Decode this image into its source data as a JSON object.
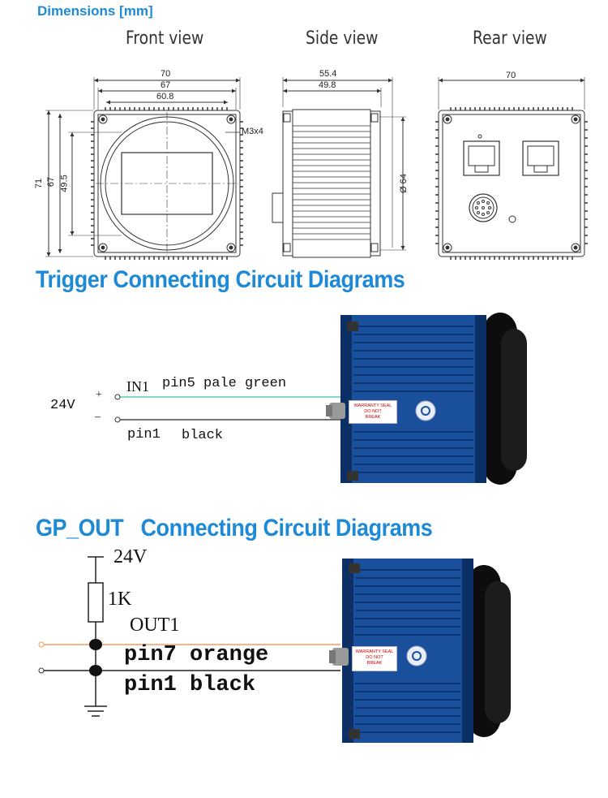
{
  "dimensions": {
    "heading": "Dimensions [mm]",
    "front_view": {
      "title": "Front view",
      "width_70": "70",
      "width_67": "67",
      "width_60_8": "60.8",
      "height_71": "71",
      "height_67": "67",
      "height_49_5": "49.5",
      "screw_label": "M3x4"
    },
    "side_view": {
      "title": "Side view",
      "length_55_4": "55.4",
      "length_49_8": "49.8",
      "diameter": "Ø 64"
    },
    "rear_view": {
      "title": "Rear view",
      "width_70": "70"
    }
  },
  "trigger": {
    "heading": "Trigger  Connecting Circuit Diagrams",
    "voltage": "24V",
    "plus": "+",
    "minus": "–",
    "in_label": "IN1",
    "pin5_label": "pin5 pale green",
    "pin1_label": "pin1",
    "pin1_color": "black",
    "wire_color": "#7fd9c4"
  },
  "gp_out": {
    "heading": "GP_OUT   Connecting Circuit Diagrams",
    "voltage": "24V",
    "resistor": "1K",
    "out_label": "OUT1",
    "pin7_label": "pin7 orange",
    "pin1_label": "pin1 black",
    "wire_color": "#f0a060"
  },
  "camera": {
    "warranty_line1": "WARRANTY SEAL",
    "warranty_line2": "DO NOT",
    "warranty_line3": "BREAK",
    "body_color": "#1a4f9c"
  }
}
